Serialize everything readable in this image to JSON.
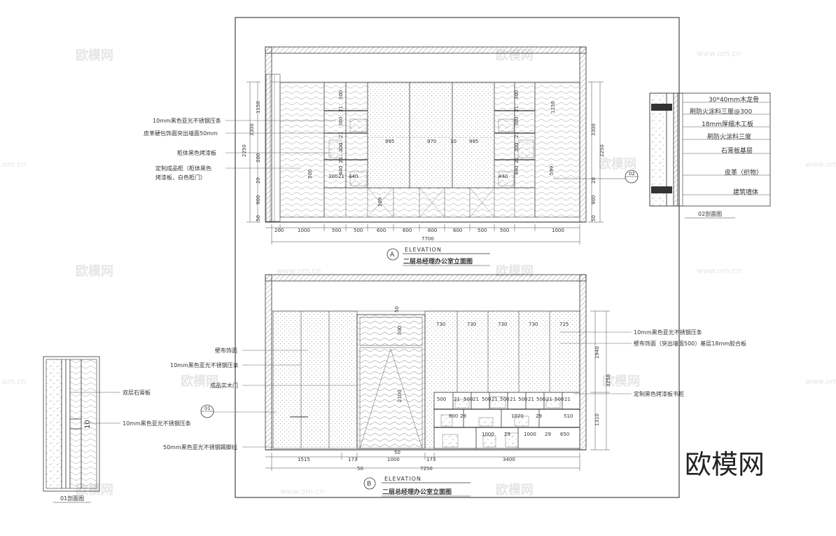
{
  "watermarks": {
    "brand": "欧模网",
    "url": "www.om.cn",
    "url_partial": ".om.cn",
    "corner_brand": "欧模网"
  },
  "elevation_a": {
    "tag": "ELEVATION",
    "marker": "A",
    "title": "二层总经理办公室立面图",
    "section_marker": "02",
    "left_labels": [
      "10mm黑色亚光不锈钢压条",
      "皮革硬包饰面突出墙面50mm",
      "柜体黑色烤漆板",
      "定制成品柜（柜体黑色",
      "烤漆板，白色柜门）"
    ],
    "bottom_dims": [
      "200",
      "1000",
      "500",
      "500",
      "600",
      "600",
      "600",
      "600",
      "500",
      "500",
      "1000"
    ],
    "total_dim": "7700",
    "center_dims": [
      "995",
      "970",
      "10",
      "995"
    ],
    "left_vdims": [
      "1150",
      "3300",
      "2250",
      "200",
      "20",
      "900",
      "50"
    ],
    "right_vdims": [
      "1150",
      "3300",
      "2250",
      "20",
      "900",
      "50"
    ],
    "shelf_dims": [
      "300",
      "21",
      "300",
      "21",
      "300",
      "21",
      "440",
      "300",
      "21",
      "440",
      "300",
      "21",
      "300",
      "21",
      "300",
      "21",
      "440",
      "440",
      "599",
      "500",
      "309"
    ]
  },
  "elevation_b": {
    "tag": "ELEVATION",
    "marker": "B",
    "title": "二层总经理办公室立面图",
    "section_marker": "01",
    "left_labels": [
      "壁布饰面",
      "10mm黑色亚光不锈钢压条",
      "成品实木门",
      "50mm黑色亚光不锈钢踢脚线"
    ],
    "right_labels": [
      "10mm黑色亚光不锈钢压条",
      "壁布饰面（突出墙面500）基层18mm胶合板",
      "定制黑色烤漆板书柜"
    ],
    "top_dims": [
      "730",
      "730",
      "730",
      "730",
      "725"
    ],
    "bottom_dims": [
      "1515",
      "173",
      "1000",
      "173",
      "3400"
    ],
    "total_dims": [
      "50",
      "7250"
    ],
    "door_dims": [
      "50",
      "300",
      "2100",
      "50"
    ],
    "right_vdims": [
      "1940",
      "3250",
      "1310"
    ],
    "shelf_dims": [
      "500",
      "21",
      "500",
      "21",
      "500",
      "21",
      "500",
      "21",
      "500",
      "21",
      "500",
      "21",
      "500",
      "21",
      "800",
      "29",
      "1020",
      "29",
      "510",
      "1000",
      "29",
      "1000",
      "29",
      "650"
    ]
  },
  "section_02": {
    "title": "02剖面图",
    "labels": [
      "30*40mm木龙骨",
      "刷防火涂料三度@300",
      "18mm厚细木工板",
      "刷防火涂料三度",
      "石膏板基层",
      "皮革（织物）",
      "建筑墙体"
    ]
  },
  "section_01": {
    "title": "01剖面图",
    "dim": "10",
    "labels": [
      "双层石膏板",
      "10mm黑色亚光不锈钢压条"
    ]
  }
}
